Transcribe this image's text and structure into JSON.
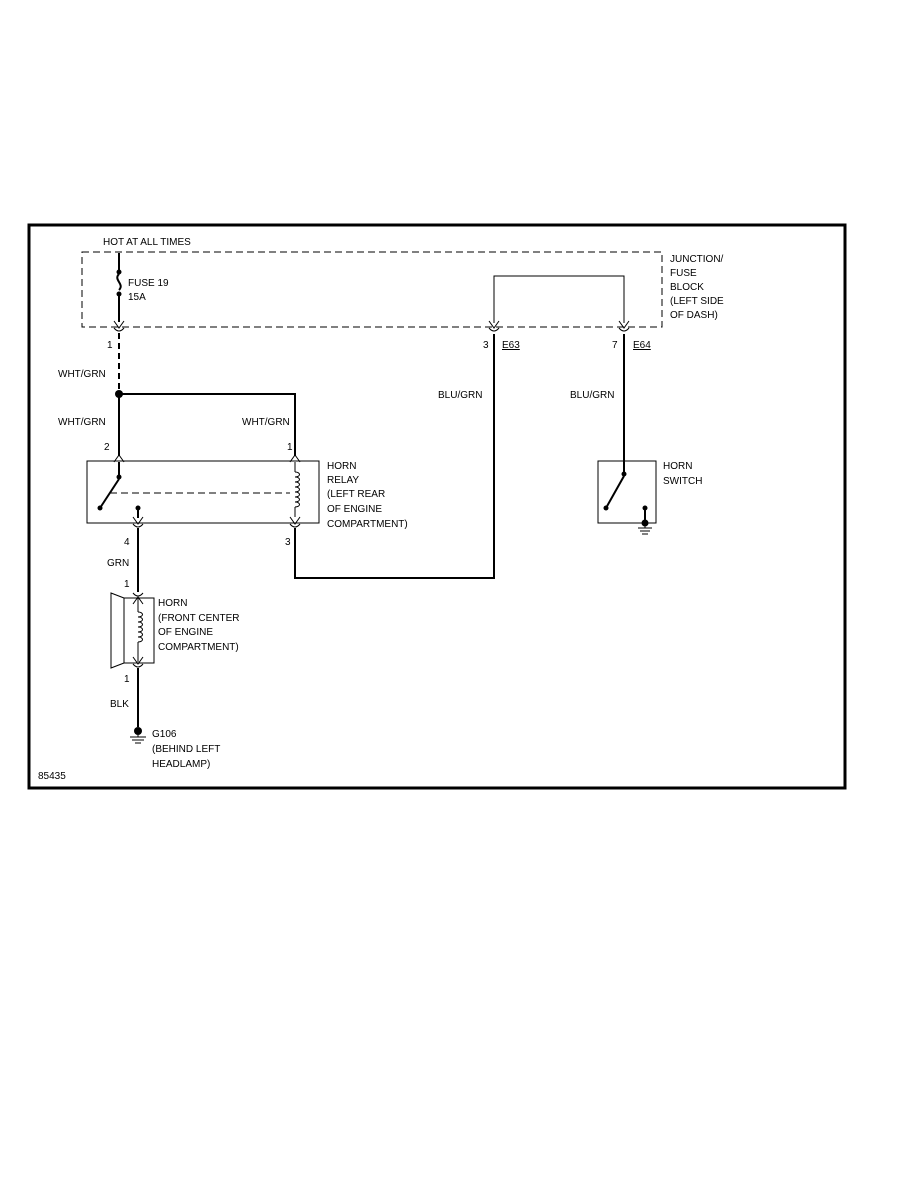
{
  "diagram": {
    "power_label": "HOT AT ALL TIMES",
    "fuse": {
      "name": "FUSE 19",
      "rating": "15A"
    },
    "junction_block": [
      "JUNCTION/",
      "FUSE",
      "BLOCK",
      "(LEFT SIDE",
      "OF DASH)"
    ],
    "pins": {
      "fuse_out": "1",
      "e63_pin": "3",
      "e63_conn": "E63",
      "e64_pin": "7",
      "e64_conn": "E64",
      "relay_2": "2",
      "relay_1": "1",
      "relay_4": "4",
      "relay_3": "3",
      "horn_top": "1",
      "horn_bottom": "1"
    },
    "wires": {
      "fuse_out": "WHT/GRN",
      "relay_switch_feed": "WHT/GRN",
      "relay_coil_feed": "WHT/GRN",
      "e63": "BLU/GRN",
      "e64": "BLU/GRN",
      "horn_feed": "GRN",
      "horn_ground": "BLK"
    },
    "relay_label": [
      "HORN",
      "RELAY",
      "(LEFT REAR",
      "OF ENGINE",
      "COMPARTMENT)"
    ],
    "switch_label": [
      "HORN",
      "SWITCH"
    ],
    "horn_label": [
      "HORN",
      "(FRONT CENTER",
      "OF ENGINE",
      "COMPARTMENT)"
    ],
    "ground_label": [
      "G106",
      "(BEHIND LEFT",
      "HEADLAMP)"
    ],
    "figure_id": "85435"
  }
}
